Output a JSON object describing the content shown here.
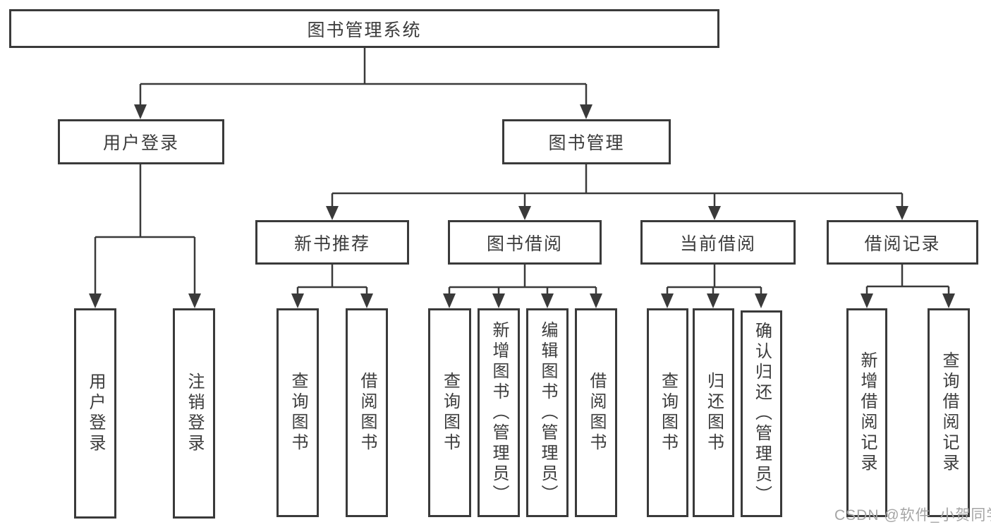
{
  "diagram_title": "图书管理系统",
  "nodes": {
    "root": "图书管理系统",
    "user_login": "用户登录",
    "book_management": "图书管理",
    "new_book_recommend": "新书推荐",
    "book_borrow": "图书借阅",
    "current_borrow": "当前借阅",
    "borrow_records": "借阅记录",
    "leaf_user_login": "用户登录",
    "leaf_logout": "注销登录",
    "leaf_nb_query": "查询图书",
    "leaf_nb_borrow": "借阅图书",
    "leaf_bb_query": "查询图书",
    "leaf_bb_add_admin": "新增图书（管理员）",
    "leaf_bb_edit_admin": "编辑图书（管理员）",
    "leaf_bb_borrow": "借阅图书",
    "leaf_cb_query": "查询图书",
    "leaf_cb_return": "归还图书",
    "leaf_cb_confirm_admin": "确认归还（管理员）",
    "leaf_br_add": "新增借阅记录",
    "leaf_br_query": "查询借阅记录"
  },
  "watermark": "CSDN @软件_小贺同学",
  "colors": {
    "line": "#3a3a3a",
    "text": "#3c3c3c",
    "watermark_gray": "#a5a5a5",
    "background": "#ffffff"
  }
}
